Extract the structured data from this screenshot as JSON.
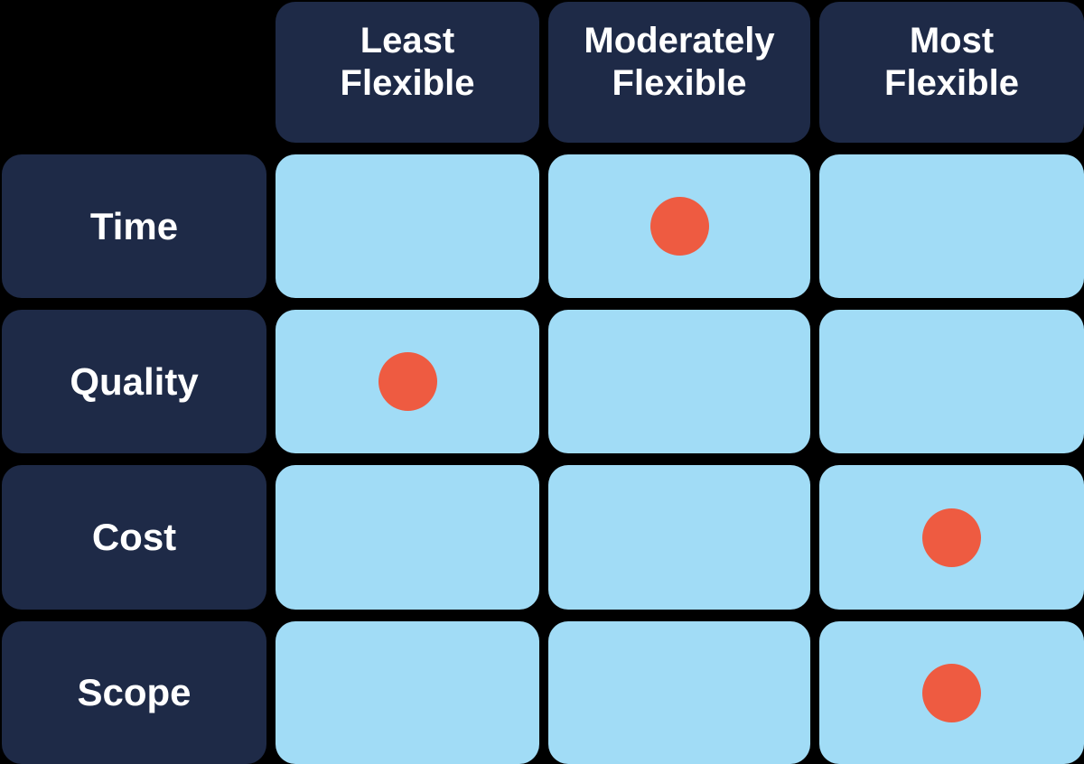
{
  "diagram": {
    "type": "flexibility-matrix",
    "columns": [
      {
        "id": "least-flexible",
        "line1": "Least",
        "line2": "Flexible"
      },
      {
        "id": "moderately-flexible",
        "line1": "Moderately",
        "line2": "Flexible"
      },
      {
        "id": "most-flexible",
        "line1": "Most",
        "line2": "Flexible"
      }
    ],
    "rows": [
      {
        "id": "time",
        "label": "Time",
        "dots": [
          false,
          true,
          false
        ]
      },
      {
        "id": "quality",
        "label": "Quality",
        "dots": [
          true,
          false,
          false
        ]
      },
      {
        "id": "cost",
        "label": "Cost",
        "dots": [
          false,
          false,
          true
        ]
      },
      {
        "id": "scope",
        "label": "Scope",
        "dots": [
          false,
          false,
          true
        ]
      }
    ]
  },
  "colors": {
    "background": "#000000",
    "header_bg": "#1e2a47",
    "label_bg": "#1e2a47",
    "cell_bg": "#a1dcf6",
    "dot": "#ee5b41",
    "header_text": "#ffffff",
    "label_text": "#ffffff"
  }
}
